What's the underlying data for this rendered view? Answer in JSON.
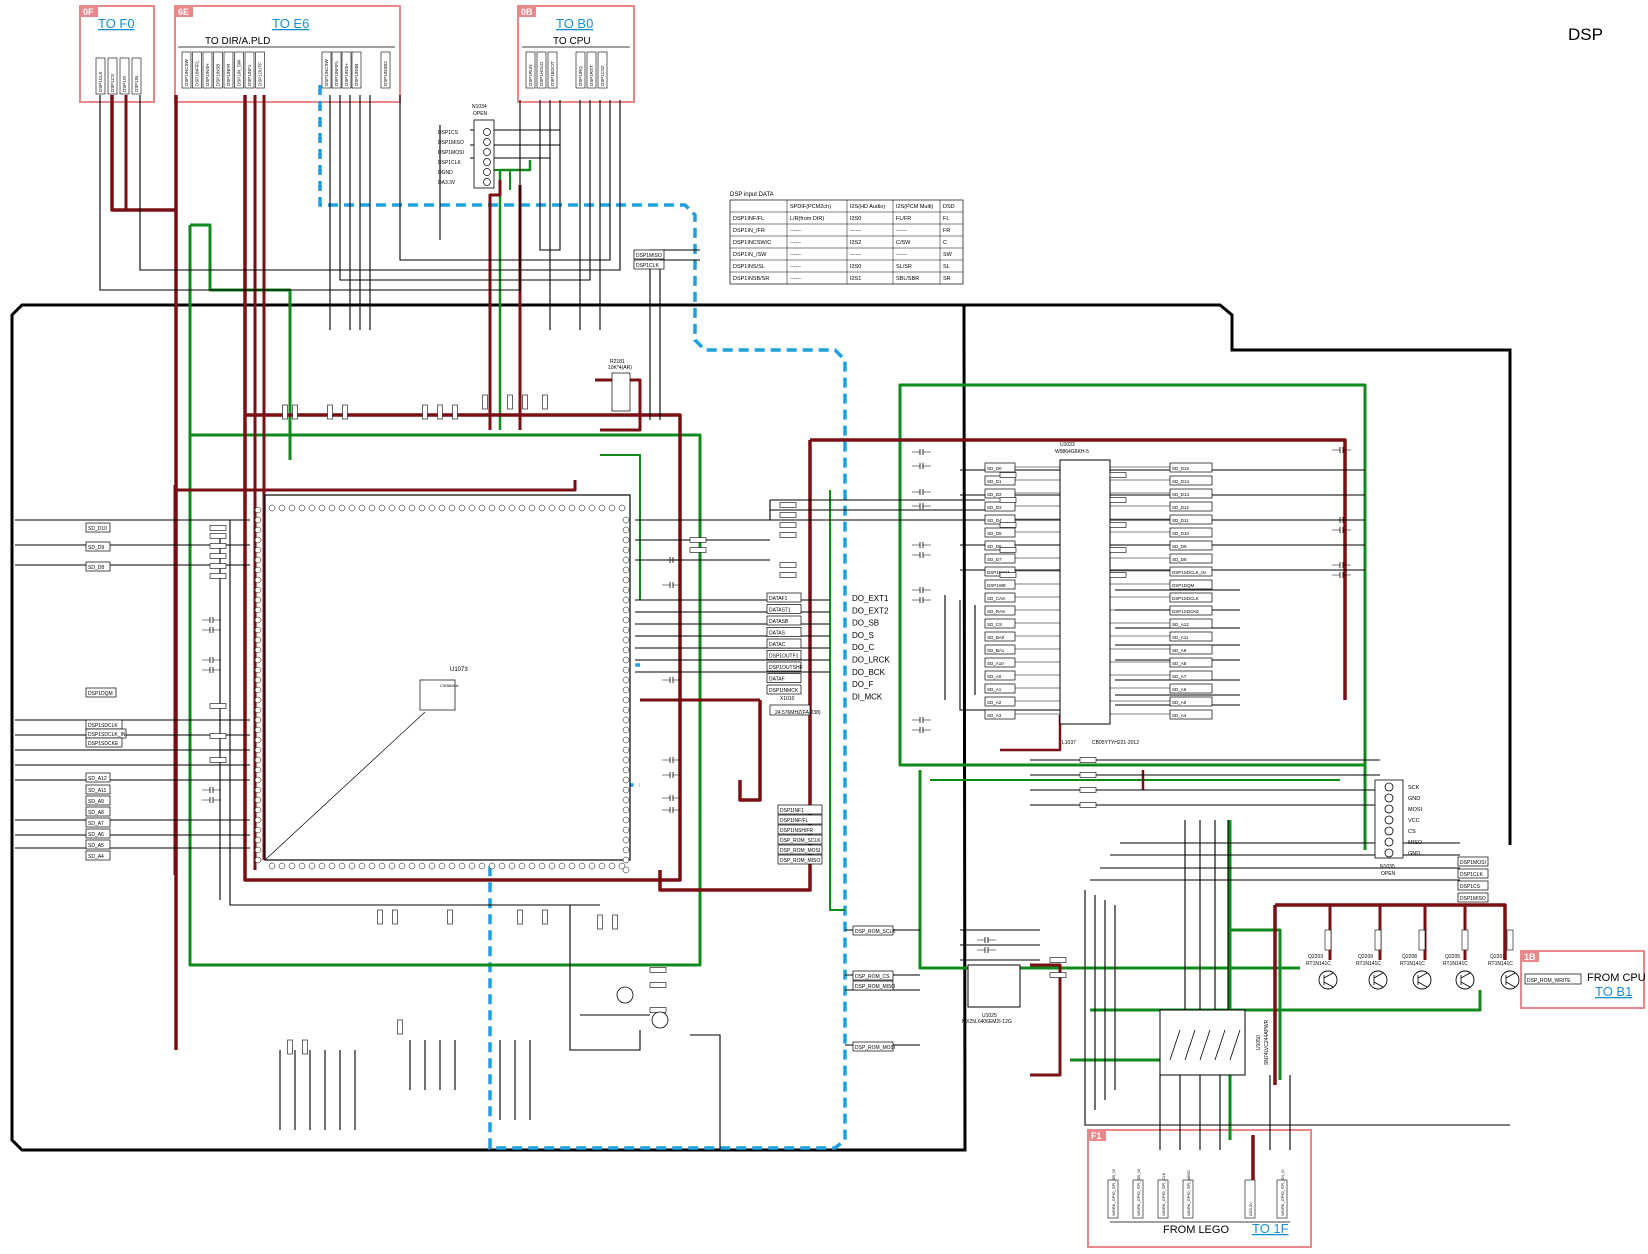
{
  "page_title": "DSP",
  "connectors": {
    "f0": {
      "tag": "0F",
      "link": "TO F0"
    },
    "e6": {
      "tag": "6E",
      "link": "TO E6",
      "subtitle": "TO DIR/A.PLD"
    },
    "b0": {
      "tag": "0B",
      "link": "TO B0",
      "subtitle": "TO  CPU"
    },
    "b1": {
      "tag": "1B",
      "link": "TO B1",
      "subtitle": "FROM CPU",
      "signal": "DSP_ROM_WRITE"
    },
    "f1": {
      "tag": "F1",
      "link": "TO 1F",
      "subtitle": "FROM LEGO"
    }
  },
  "n1034": {
    "ref": "N1034",
    "note": "OPEN",
    "pins": [
      "DSP1CS",
      "DSP1MISO",
      "DSP1MOSI",
      "DSP1CLK",
      "DGND",
      "DA3.3V"
    ]
  },
  "input_table": {
    "caption": "DSP input DATA",
    "headers": [
      "",
      "SPDIF(PCM2ch)",
      "I2S(HD Audio)",
      "I2S(PCM Multi)",
      "DSD"
    ],
    "rows": [
      [
        "DSP1INF/FL",
        "L/R(from DIR)",
        "I2S0",
        "FL/FR",
        "FL"
      ],
      [
        "DSP1IN_/FR",
        "------",
        "------",
        "------",
        "FR"
      ],
      [
        "DSP1INCSW/C",
        "------",
        "I2S2",
        "C/SW",
        "C"
      ],
      [
        "DSP1IN_/SW",
        "------",
        "------",
        "------",
        "SW"
      ],
      [
        "DSP1INS/SL",
        "------",
        "I2S0",
        "SL/SR",
        "SL"
      ],
      [
        "DSP1INSB/SR",
        "------",
        "I2S1",
        "SBL/SBR",
        "SR"
      ]
    ]
  },
  "do_labels": [
    "DO_EXT1",
    "DO_EXT2",
    "DO_SB",
    "DO_S",
    "DO_C",
    "DO_LRCK",
    "DO_BCK",
    "DO_F",
    "DI_MCK"
  ],
  "net_labels": {
    "miso": "DSP1MISO",
    "clk": "DSP1CLK",
    "dqm": "DSP1DQM",
    "sdclk": "DSP1SDCLK",
    "sdclk_in": "DSP1SDCLK_IN",
    "sdcke": "DSP1SDCKE"
  },
  "left_bus": [
    "SD_D10",
    "SD_D9",
    "SD_D8",
    "SD_A12",
    "SD_A11",
    "SD_A9",
    "SD_A8",
    "SD_A7",
    "SD_A6",
    "SD_A5",
    "SD_A4"
  ],
  "mid_right_labels": [
    "DATAF1",
    "DATAST1",
    "DATASB",
    "DATAS",
    "DATAC",
    "DSP1OUTF1",
    "DSP1OUTSHF",
    "DATAF",
    "DSP1INMCK"
  ],
  "rom_labels": [
    "DSP_ROM_SCLK",
    "DSP_ROM_CS",
    "DSP_ROM_MISO",
    "DSP_ROM_MOSI"
  ],
  "rom_right_labels": [
    "DSP1INF1",
    "DSP1INF/FL",
    "DSP1INSH/FR",
    "DSP_ROM_SCLK",
    "DSP_ROM_MOSI",
    "DSP_ROM_MISO"
  ],
  "sdram": {
    "ref": "U1033",
    "part": "W9864G6KH-5",
    "left_labels": [
      "SD_D0",
      "SD_D1",
      "SD_D2",
      "SD_D3",
      "SD_D4",
      "SD_D5",
      "SD_D6",
      "SD_D7",
      "DSP1DQM",
      "DSP1WE",
      "SD_CAS",
      "SD_RAS",
      "SD_CS",
      "SD_BA0",
      "SD_BA1",
      "SD_A10",
      "SD_A0",
      "SD_A1",
      "SD_A2",
      "SD_A3"
    ],
    "right_labels": [
      "SD_D15",
      "SD_D14",
      "SD_D13",
      "SD_D12",
      "SD_D11",
      "SD_D10",
      "SD_D9",
      "SD_D8",
      "DSP1SDCLK_IN",
      "DSP1DQM",
      "DSP1SDCLK",
      "DSP1SDCKE",
      "SD_A12",
      "SD_A11",
      "SD_A9",
      "SD_A8",
      "SD_A7",
      "SD_A6",
      "SD_A5",
      "SD_A4"
    ]
  },
  "dsp_chip": {
    "ref": "U1073",
    "part": "C3H8M4A"
  },
  "flash": {
    "ref": "U1025",
    "part": "MX25L6406EM2I-12G"
  },
  "buffer": {
    "ref": "U1050",
    "part": "SN74LVC244APWR"
  },
  "n1035": {
    "ref": "N1035",
    "note": "OPEN",
    "pins": [
      "SCK",
      "GND",
      "MOSI",
      "VCC",
      "CS",
      "MISO",
      "GND"
    ]
  },
  "right_spi_labels": [
    "DSP1MOSI",
    "DSP1CLK",
    "DSP1CS",
    "DSP1MISO"
  ],
  "transistors": [
    "Q2203",
    "Q2209",
    "Q2208",
    "Q2205",
    "Q2207"
  ],
  "transistor_part": "RT1N141C",
  "lego_pins": [
    "WORK_GPIO_SPI_SB_W",
    "WORK_GPIO_SPI_SB_W",
    "WORK_GPIO_SPI_CLK",
    "WORK_GPIO_SPI_MISO",
    "AD3.3V",
    "WORK_GPIO_SPI_EN_O"
  ],
  "f0_pins": [
    "DSP1CLK",
    "DSP1CS",
    "DSP1IS",
    "DSP1IN"
  ],
  "e6_pins": [
    "DSP1INCSW",
    "DSP1INF/FL",
    "DSP1INSH",
    "DSP1INSB",
    "DSP1INFR",
    "DSP1IN_SW",
    "DSP1INF1",
    "DSP1OUTF",
    "DSP1INSB2"
  ],
  "b0_pins": [
    "DSP1RUN",
    "DSP1HOLD",
    "DSP1BOOT",
    "DSP1IRQ",
    "DSP1RST",
    "DSP1CS2"
  ],
  "misc": {
    "x1010": "X1010",
    "x1010_val": "24.576MHZ(FA-238)",
    "l1037": "L1037",
    "l1037_val": "CB05YTYH221-2012",
    "r2181": "R2181",
    "r2181_val": "10K*4(AR)"
  }
}
